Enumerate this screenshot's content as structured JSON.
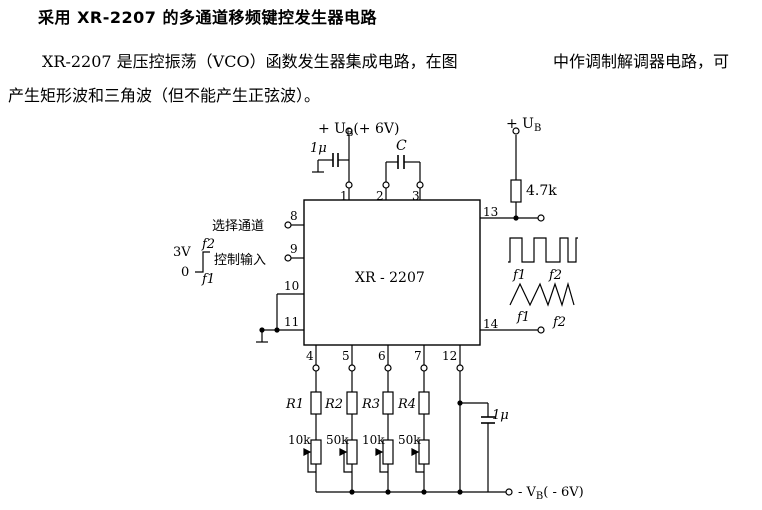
{
  "title": "采用 XR-2207 的多通道移频键控发生器电路",
  "paragraph": {
    "line1": "XR-2207 是压控振荡（VCO）函数发生器集成电路，在图",
    "line1_right": "中作调制解调器电路，可",
    "line2": "产生矩形波和三角波（但不能产生正弦波）。"
  },
  "diagram": {
    "ic_name": "XR - 2207",
    "supply_pos": "+ U_B(+ 6V)",
    "supply_pos_right": "+ U_B",
    "supply_neg": "- V_B( - 6V)",
    "cap_1u_top": "1μ",
    "cap_1u_right": "1μ",
    "cap_c": "C",
    "res_4k7": "4.7k",
    "pins": {
      "p1": "1",
      "p2": "2",
      "p3": "3",
      "p4": "4",
      "p5": "5",
      "p6": "6",
      "p7": "7",
      "p8": "8",
      "p9": "9",
      "p10": "10",
      "p11": "11",
      "p12": "12",
      "p13": "13",
      "p14": "14"
    },
    "label_channel_select": "选择通道",
    "label_control_input": "控制输入",
    "level_3v": "3V",
    "level_0": "0",
    "freq_f1": "f1",
    "freq_f2": "f2",
    "resistors": [
      "R1",
      "R2",
      "R3",
      "R4"
    ],
    "pots": [
      "10k",
      "50k",
      "10k",
      "50k"
    ],
    "wave_square_labels": [
      "f1",
      "f2"
    ],
    "wave_tri_labels": [
      "f1",
      "f2"
    ]
  }
}
